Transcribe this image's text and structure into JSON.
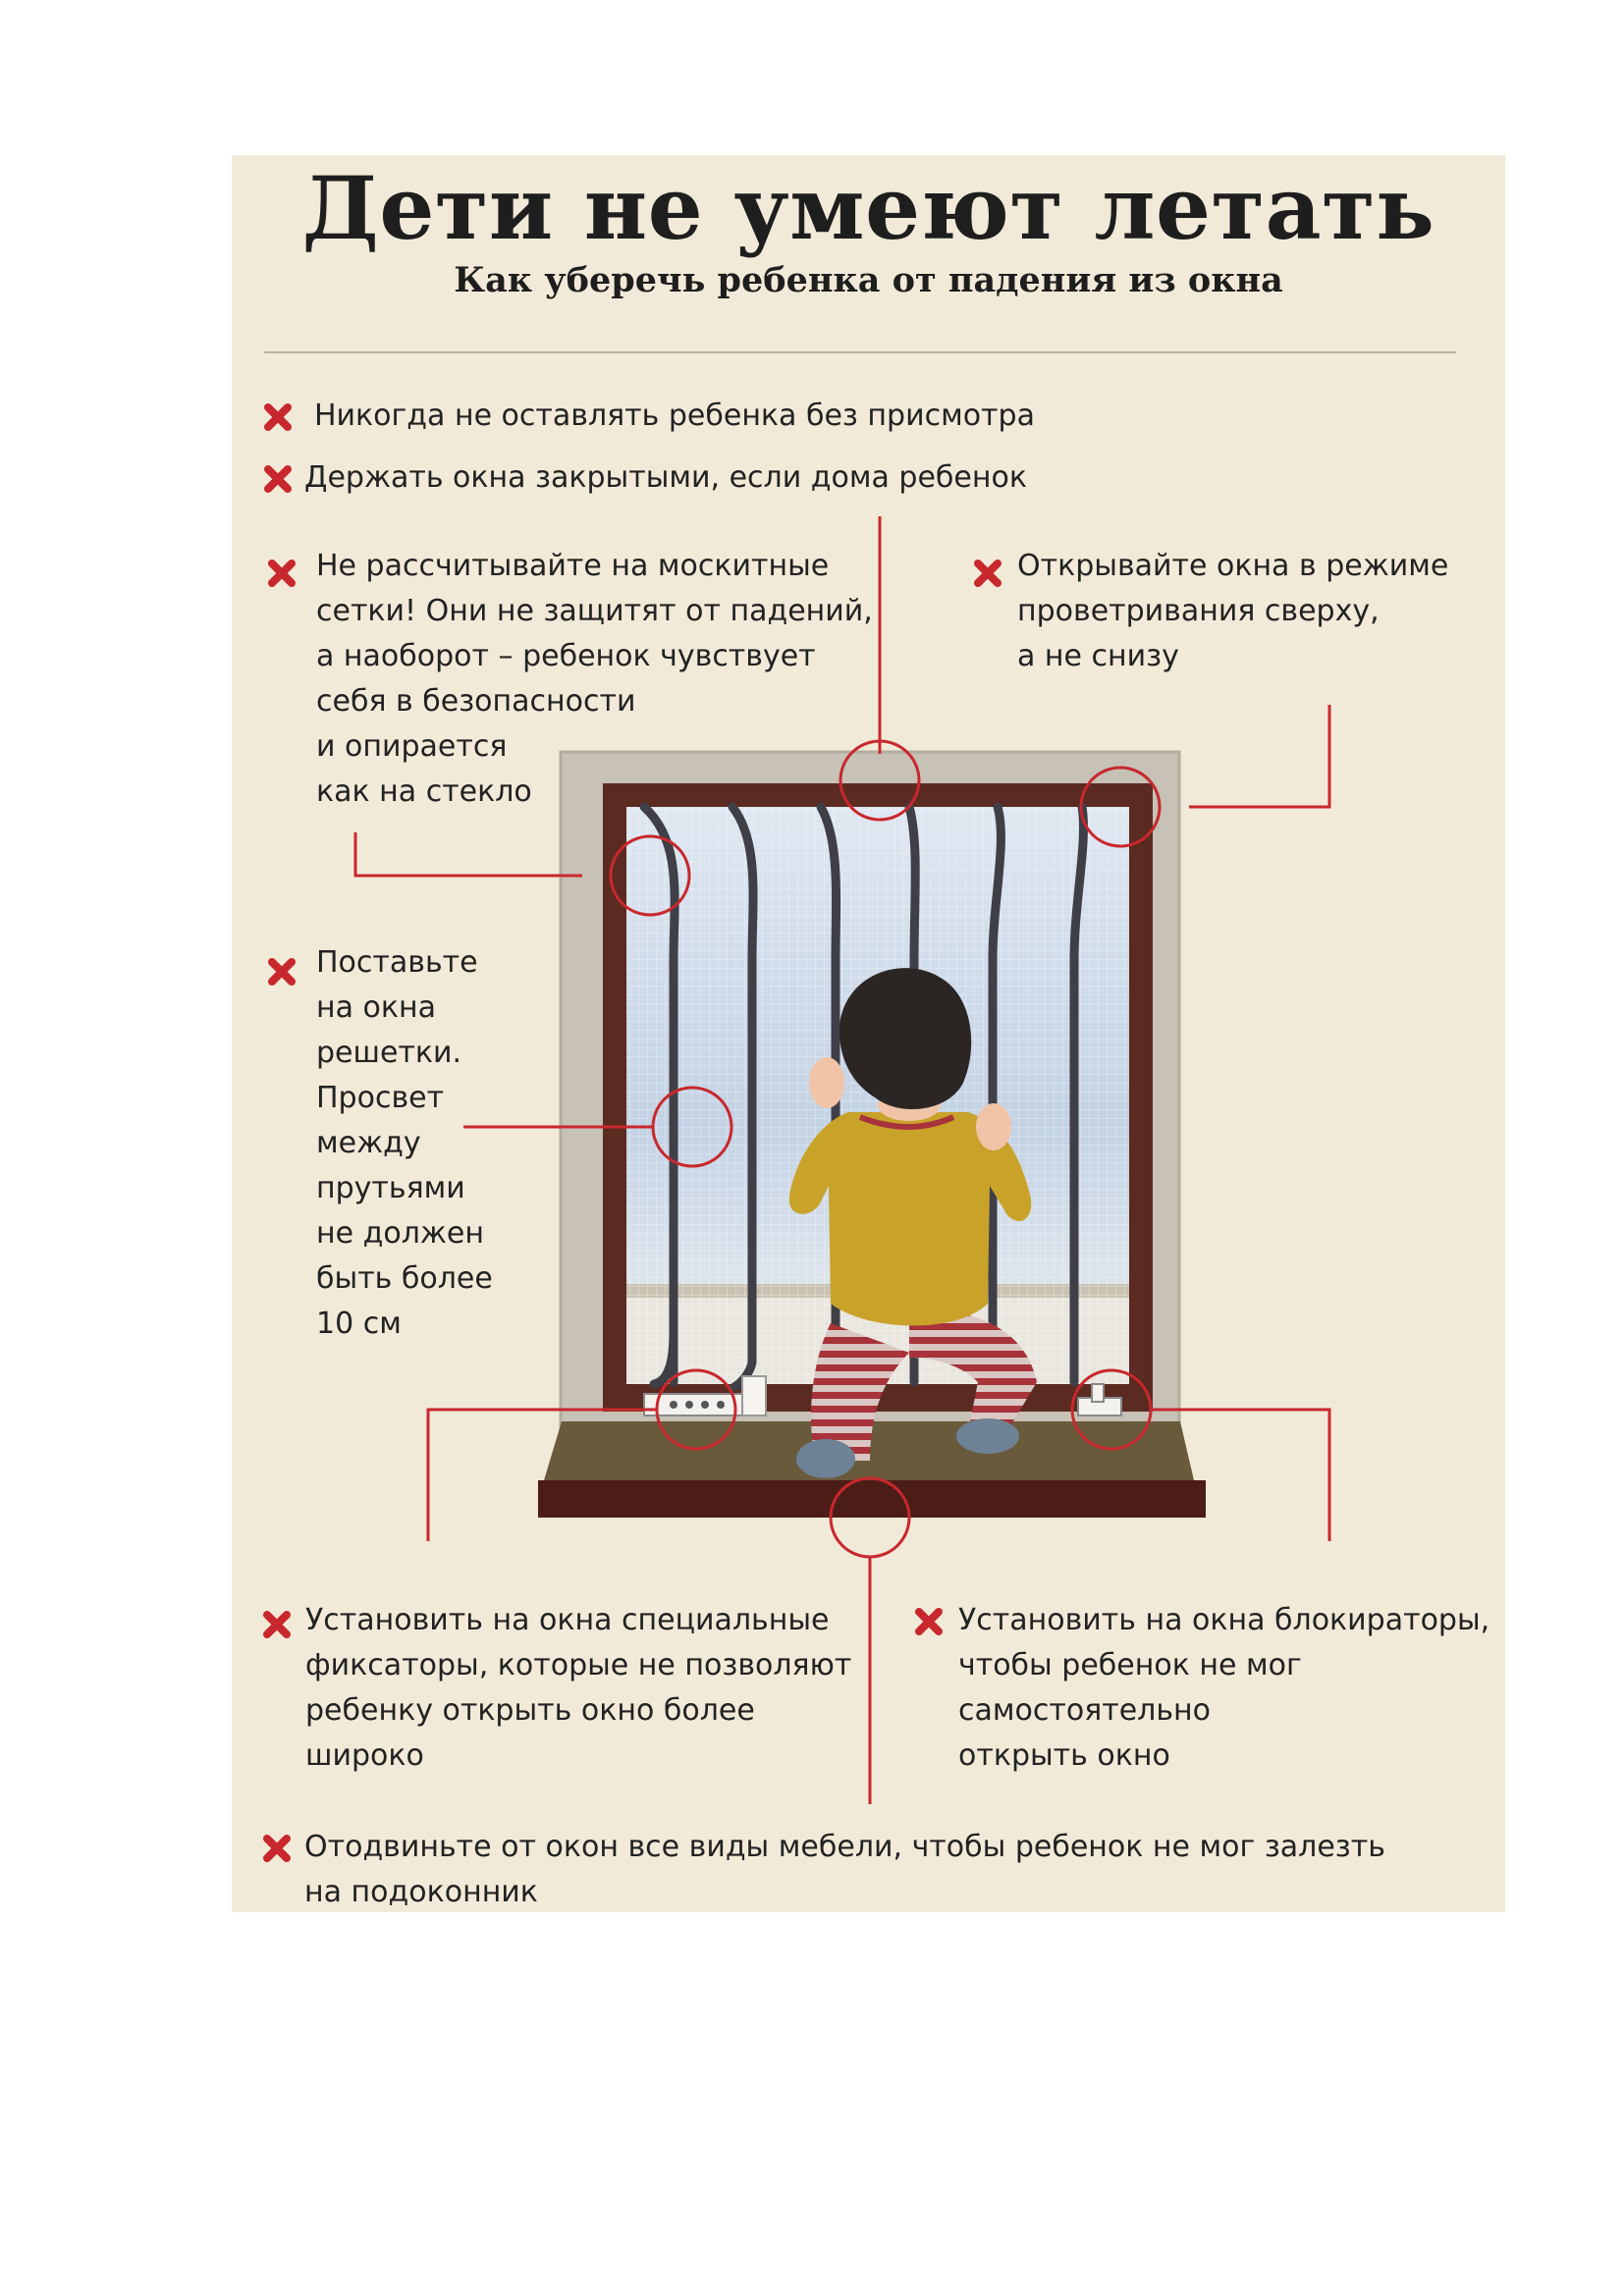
{
  "title": "Дети не умеют летать",
  "subtitle": "Как уберечь ребенка от падения из окна",
  "marker_icon": "x-mark-icon",
  "colors": {
    "background": "#f2ead8",
    "accent": "#c8282d",
    "frame": "#5b2a20",
    "text": "#1e1e1e"
  },
  "tips": [
    "Никогда не оставлять ребенка без присмотра",
    "Держать окна закрытыми, если дома ребенок",
    "Не рассчитывайте на москитные\nсетки! Они не защитят от падений,\nа наоборот – ребенок чувствует\nсебя в безопасности\nи опирается\nкак на стекло",
    "Открывайте окна в режиме\nпроветривания сверху,\nа не снизу",
    "Поставьте\nна окна\nрешетки.\nПросвет\nмежду\nпрутьями\nне должен\nбыть более\n10 см",
    "Установить на окна специальные\nфиксаторы, которые не позволяют\nребенку открыть окно более\nшироко",
    "Установить на окна блокираторы,\nчтобы ребенок не мог\nсамостоятельно\nоткрыть окно",
    "Отодвиньте от окон все виды мебели, чтобы ребенок не мог залезть\nна подоконник"
  ]
}
